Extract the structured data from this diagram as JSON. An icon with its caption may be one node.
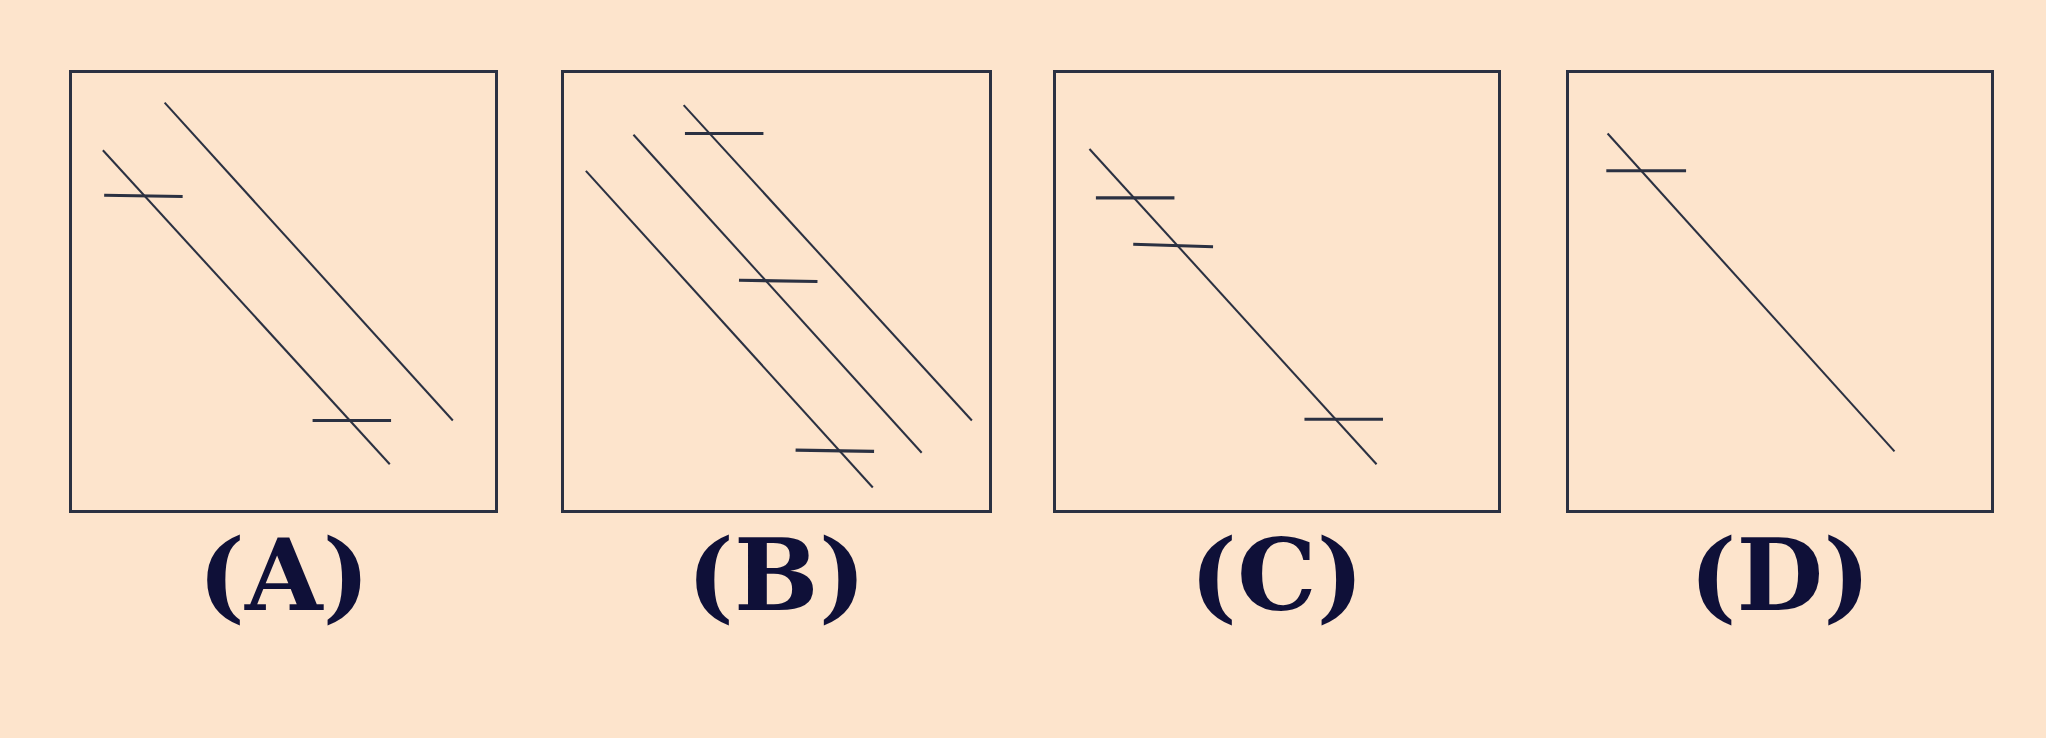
{
  "diagram": {
    "nodes": [
      {
        "text": [
          "(A)"
        ]
      },
      {
        "text": [
          "(B)"
        ]
      },
      {
        "text": [
          "(C)"
        ]
      },
      {
        "text": [
          "(D)"
        ]
      }
    ]
  }
}
